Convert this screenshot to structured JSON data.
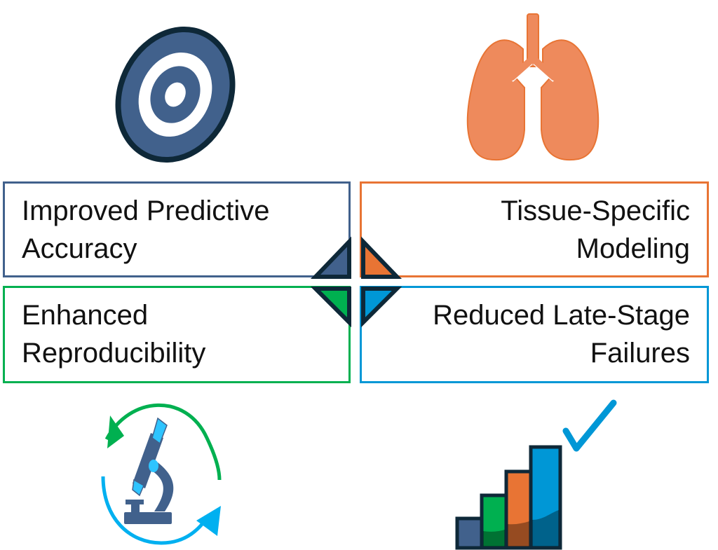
{
  "quadrants": [
    {
      "line1": "Improved Predictive",
      "line2": "Accuracy",
      "color": "#41618C",
      "icon": "target-icon"
    },
    {
      "line1": "Tissue-Specific",
      "line2": "Modeling",
      "color": "#E87434",
      "icon": "lungs-icon"
    },
    {
      "line1": "Enhanced",
      "line2": "Reproducibility",
      "color": "#00B050",
      "icon": "microscope-cycle-icon"
    },
    {
      "line1": "Reduced Late-Stage",
      "line2": "Failures",
      "color": "#0097D6",
      "icon": "bar-chart-check-icon"
    }
  ]
}
